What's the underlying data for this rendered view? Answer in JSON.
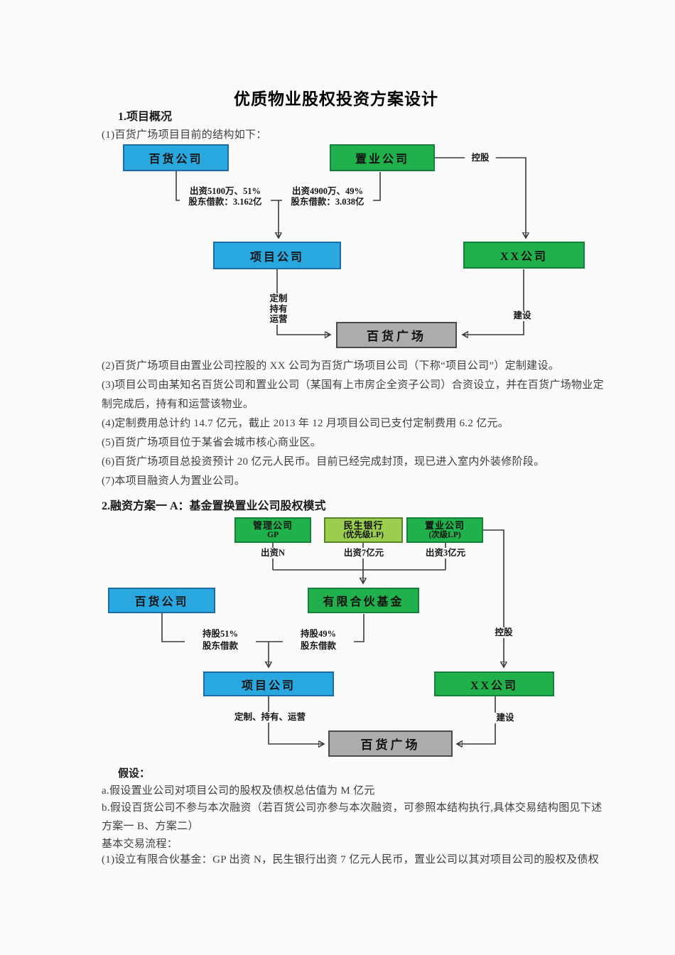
{
  "colors": {
    "paper": "#fafafa",
    "text": "#3f3f3f",
    "ink": "#111111",
    "line": "#3a3a3a",
    "blue": "#29a8e0",
    "blue_border": "#1b6ca8",
    "green": "#21b14c",
    "green_border": "#17803a",
    "light_green": "#9bce4f",
    "light_green_border": "#55822a",
    "gray": "#acacac",
    "gray_border": "#4a4a4a"
  },
  "doc": {
    "title": "优质物业股权投资方案设计",
    "section1_heading": "1.项目概况",
    "s1_lines": [
      "(1)百货广场项目目前的结构如下：",
      "(2)百货广场项目由置业公司控股的 XX 公司为百货广场项目公司（下称“项目公司”）定制建设。",
      "(3)项目公司由某知名百货公司和置业公司（某国有上市房企全资子公司）合资设立，并在百货广场物业定",
      "制完成后，持有和运营该物业。",
      "(4)定制费用总计约 14.7 亿元，截止 2013 年 12 月项目公司已支付定制费用 6.2 亿元。",
      "(5)百货广场项目位于某省会城市核心商业区。",
      "(6)百货广场项目总投资预计 20 亿元人民币。目前已经完成封顶，现已进入室内外装修阶段。",
      "(7)本项目融资人为置业公司。"
    ],
    "section2_heading": "2.融资方案一 A：基金置换置业公司股权模式",
    "assumptions_heading": "假设：",
    "s2_lines": [
      "a.假设置业公司对项目公司的股权及债权总估值为 M 亿元",
      "b.假设百货公司不参与本次融资（若百货公司亦参与本次融资，可参照本结构执行,具体交易结构图见下述",
      "方案一 B、方案二）",
      "基本交易流程：",
      "(1)设立有限合伙基金：GP 出资 N，民生银行出资 7 亿元人民币，置业公司以其对项目公司的股权及债权"
    ]
  },
  "diagram1": {
    "boxes": {
      "baihuo": "百货公司",
      "zhiye": "置业公司",
      "xiangmu": "项目公司",
      "xx": "XX公司",
      "plaza": "百货广场"
    },
    "labels": {
      "konggu": "控股",
      "invest_left_1": "出资5100万、51%",
      "invest_left_2": "股东借款：3.162亿",
      "invest_right_1": "出资4900万、49%",
      "invest_right_2": "股东借款：3.038亿",
      "dingzhi": "定制",
      "chiyou": "持有",
      "yunying": "运营",
      "jianshe": "建设"
    }
  },
  "diagram2": {
    "boxes": {
      "gp_line1": "管理公司",
      "gp_line2": "GP",
      "ms_line1": "民生银行",
      "ms_line2": "(优先级LP)",
      "zy_line1": "置业公司",
      "zy_line2": "(次级LP)",
      "baihuo": "百货公司",
      "fund": "有限合伙基金",
      "xiangmu": "项目公司",
      "xx": "XX公司",
      "plaza": "百货广场"
    },
    "labels": {
      "chuzi_n": "出资N",
      "chuzi_7": "出资7亿元",
      "chuzi_3": "出资3亿元",
      "chigu_51": "持股51%",
      "loan_left": "股东借款",
      "chigu_49": "持股49%",
      "loan_right": "股东借款",
      "konggu": "控股",
      "dcy": "定制、持有、运营",
      "jianshe": "建设"
    }
  }
}
